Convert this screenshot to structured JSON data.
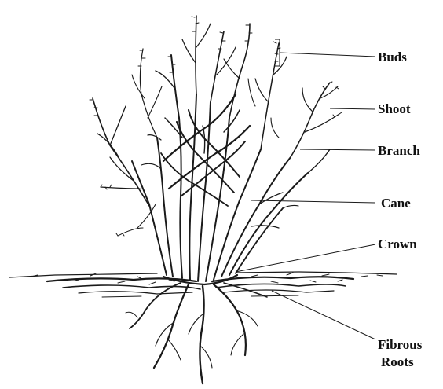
{
  "labels": {
    "buds": "Buds",
    "shoot": "Shoot",
    "branch": "Branch",
    "cane": "Cane",
    "crown": "Crown",
    "fibrous_roots_line1": "Fibrous",
    "fibrous_roots_line2": "Roots"
  }
}
